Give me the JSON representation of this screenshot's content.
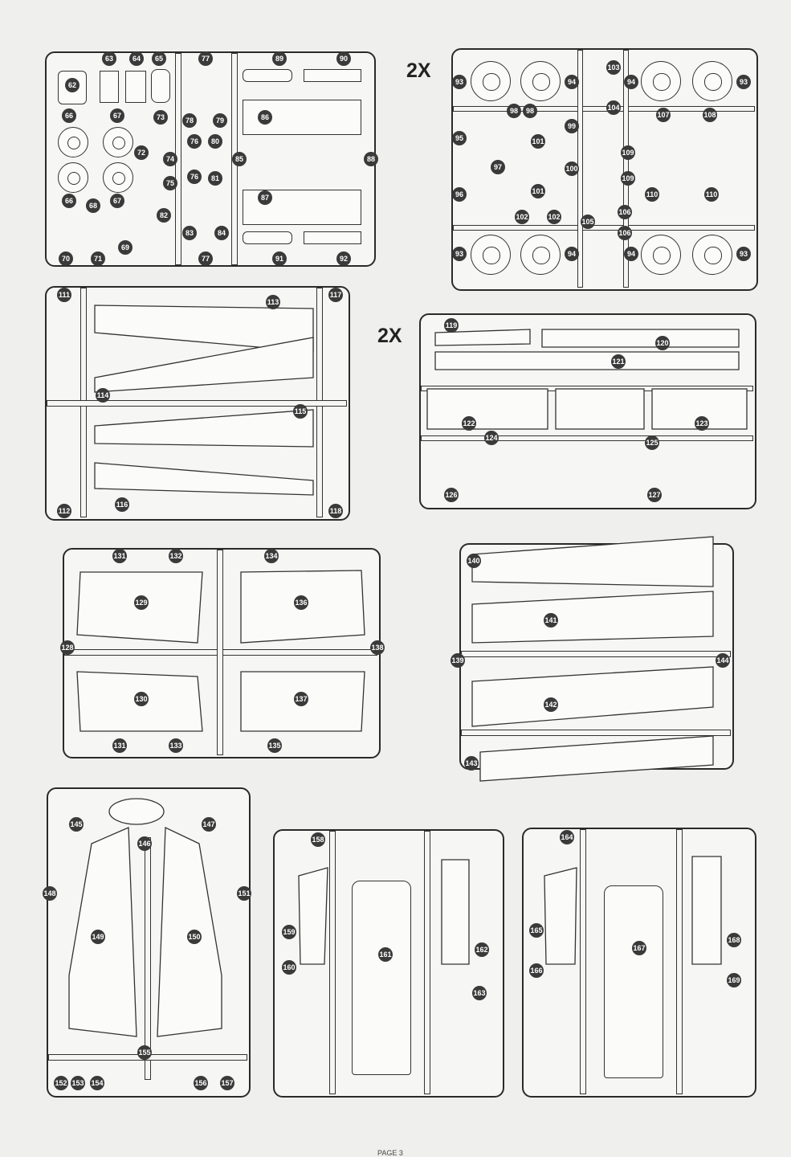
{
  "sprues": {
    "a": {
      "labels": [
        "62",
        "63",
        "64",
        "65",
        "66",
        "67",
        "66",
        "68",
        "67",
        "69",
        "70",
        "71",
        "72",
        "73",
        "74",
        "75",
        "76",
        "76",
        "77",
        "77",
        "78",
        "79",
        "80",
        "81",
        "82",
        "83",
        "84",
        "85",
        "86",
        "87",
        "88",
        "89",
        "90",
        "91",
        "92"
      ]
    },
    "b": {
      "multiplier": "2X",
      "labels": [
        "93",
        "93",
        "93",
        "93",
        "94",
        "94",
        "94",
        "94",
        "95",
        "96",
        "97",
        "98",
        "98",
        "99",
        "100",
        "101",
        "101",
        "102",
        "102",
        "103",
        "104",
        "105",
        "106",
        "106",
        "107",
        "108",
        "109",
        "109",
        "110",
        "110"
      ]
    },
    "c": {
      "labels": [
        "111",
        "112",
        "113",
        "114",
        "115",
        "116",
        "117",
        "118"
      ]
    },
    "d": {
      "multiplier": "2X",
      "labels": [
        "119",
        "120",
        "121",
        "122",
        "123",
        "124",
        "125",
        "126",
        "127"
      ]
    },
    "e": {
      "labels": [
        "128",
        "129",
        "130",
        "131",
        "131",
        "132",
        "133",
        "134",
        "135",
        "136",
        "137",
        "138"
      ]
    },
    "f": {
      "labels": [
        "139",
        "140",
        "141",
        "142",
        "143",
        "144"
      ]
    },
    "g": {
      "labels": [
        "145",
        "146",
        "147",
        "148",
        "149",
        "150",
        "151",
        "152",
        "153",
        "154",
        "155",
        "156",
        "157"
      ]
    },
    "h": {
      "labels": [
        "158",
        "159",
        "160",
        "161",
        "162",
        "163"
      ]
    },
    "i": {
      "labels": [
        "164",
        "165",
        "166",
        "167",
        "168",
        "169"
      ]
    }
  },
  "footer": {
    "page": "PAGE 3"
  }
}
